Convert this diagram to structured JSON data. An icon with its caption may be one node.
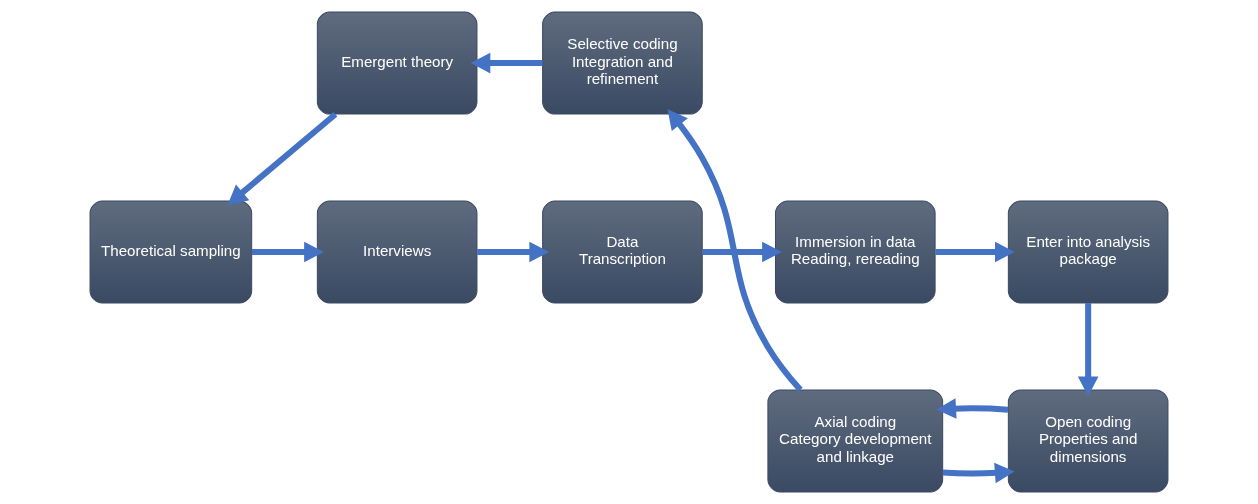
{
  "diagram": {
    "nodes": [
      {
        "text": [
          "Interviews"
        ]
      },
      {
        "text": [
          "Data",
          "Transcription"
        ]
      },
      {
        "text": [
          "Immersion in data",
          "Reading, rereading"
        ]
      },
      {
        "text": [
          "Enter into analysis package"
        ]
      },
      {
        "text": [
          "Open coding",
          "Properties and dimensions"
        ]
      },
      {
        "text": [
          "Axial coding",
          "Category development and linkage"
        ]
      },
      {
        "text": [
          "Selective coding",
          "Integration and refinement"
        ]
      },
      {
        "text": [
          "Emergent theory"
        ]
      },
      {
        "text": [
          "Theoretical sampling"
        ]
      }
    ],
    "edges": [
      {
        "from": 0,
        "to": 1,
        "arrow": "to"
      },
      {
        "from": 1,
        "to": 2,
        "arrow": "to"
      },
      {
        "from": 2,
        "to": 3,
        "arrow": "to"
      },
      {
        "from": 3,
        "to": 4,
        "arrow": "to"
      },
      {
        "from": 5,
        "to": 4,
        "arrow": "to"
      },
      {
        "from": 4,
        "to": 5,
        "arrow": "to"
      },
      {
        "from": 5,
        "to": 6,
        "arrow": "to"
      },
      {
        "from": 6,
        "to": 7,
        "arrow": "to"
      },
      {
        "from": 7,
        "to": 8,
        "arrow": "to"
      },
      {
        "from": 8,
        "to": 0,
        "arrow": "to"
      }
    ]
  }
}
